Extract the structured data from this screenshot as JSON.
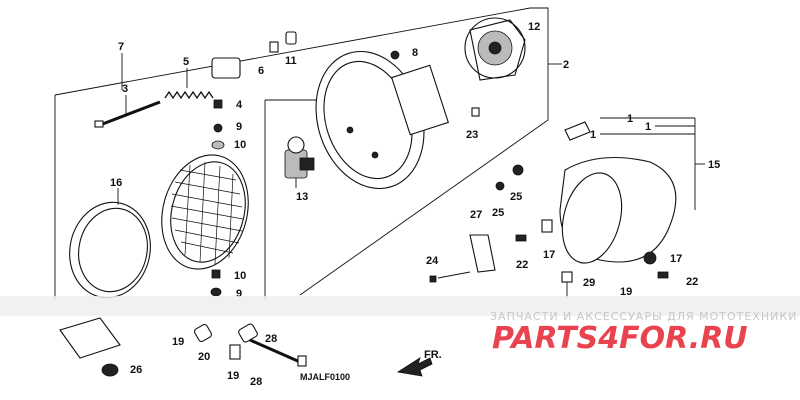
{
  "diagram": {
    "code": "MJALF0100",
    "direction_label": "FR.",
    "labels": {
      "p1a": "1",
      "p1b": "1",
      "p1c": "1",
      "p2": "2",
      "p4": "4",
      "p5": "5",
      "p6": "6",
      "p7": "7",
      "p8": "8",
      "p9a": "9",
      "p9b": "9",
      "p10a": "10",
      "p10b": "10",
      "p11": "11",
      "p12": "12",
      "p13": "13",
      "p15": "15",
      "p16": "16",
      "p17a": "17",
      "p17b": "17",
      "p19a": "19",
      "p19b": "19",
      "p19c": "19",
      "p20": "20",
      "p22a": "22",
      "p22b": "22",
      "p23": "23",
      "p24": "24",
      "p25a": "25",
      "p25b": "25",
      "p26": "26",
      "p27": "27",
      "p28a": "28",
      "p28b": "28",
      "p29": "29",
      "p3": "3"
    }
  },
  "watermark": {
    "text": "ЗАПЧАСТИ И АКСЕССУАРЫ ДЛЯ МОТОТЕХНИКИ",
    "logo": "PARTS4FOR.RU",
    "colors": {
      "logo": "#e8434f",
      "text": "#c7c7c7"
    }
  }
}
